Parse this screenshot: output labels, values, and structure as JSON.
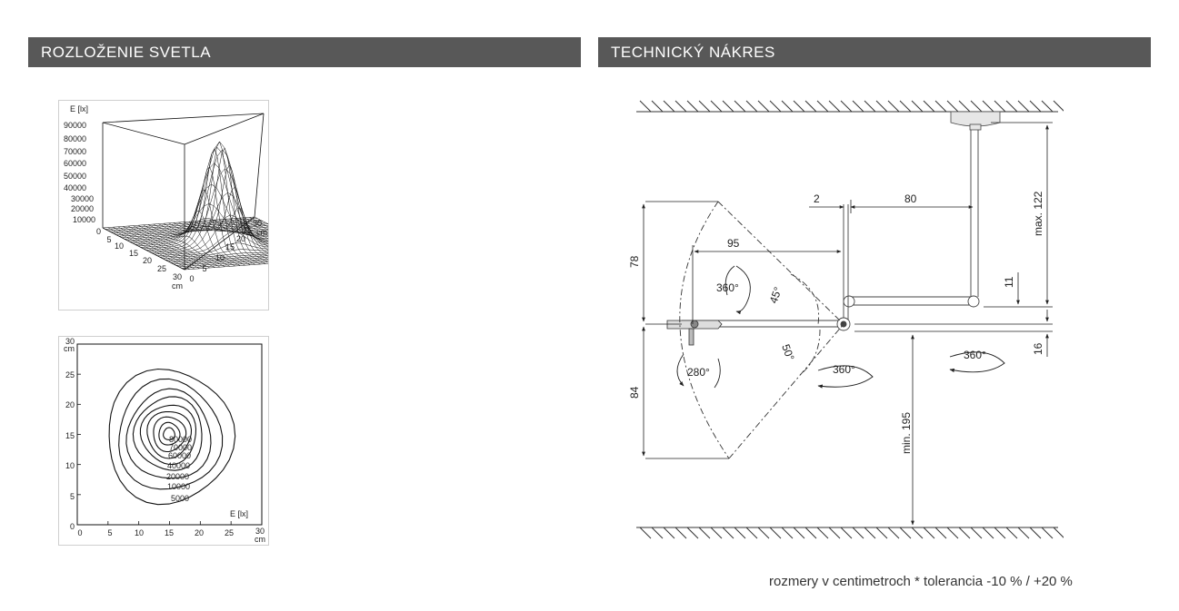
{
  "headers": {
    "light_distribution": "ROZLOŽENIE SVETLA",
    "technical_drawing": "TECHNICKÝ NÁKRES"
  },
  "surface_plot": {
    "z_label": "E [lx]",
    "z_ticks": [
      "90000",
      "80000",
      "70000",
      "60000",
      "50000",
      "40000",
      "30000",
      "20000",
      "10000",
      "0"
    ],
    "x_ticks": [
      "5",
      "10",
      "15",
      "20",
      "25",
      "30"
    ],
    "x_unit": "cm",
    "y_ticks": [
      "0",
      "5",
      "10",
      "15",
      "20",
      "25",
      "30"
    ],
    "y_unit": "cm"
  },
  "contour_plot": {
    "y_ticks": [
      "0",
      "5",
      "10",
      "15",
      "20",
      "25",
      "30"
    ],
    "y_unit": "cm",
    "x_ticks": [
      "0",
      "5",
      "10",
      "15",
      "20",
      "25",
      "30"
    ],
    "x_unit": "cm",
    "legend_label": "E [lx]",
    "levels": [
      "80000",
      "70000",
      "60000",
      "40000",
      "20000",
      "10000",
      "5000"
    ]
  },
  "drawing": {
    "dim_2": "2",
    "dim_80": "80",
    "dim_95": "95",
    "dim_78": "78",
    "dim_84": "84",
    "dim_max122": "max. 122",
    "dim_11": "11",
    "dim_16": "16",
    "dim_min195": "min. 195",
    "angle_45": "45°",
    "angle_50": "50°",
    "rot_360_a": "360°",
    "rot_280": "280°",
    "rot_360_b": "360°",
    "rot_360_c": "360°"
  },
  "footnote": "rozmery v centimetroch * tolerancia -10 % / +20 %"
}
